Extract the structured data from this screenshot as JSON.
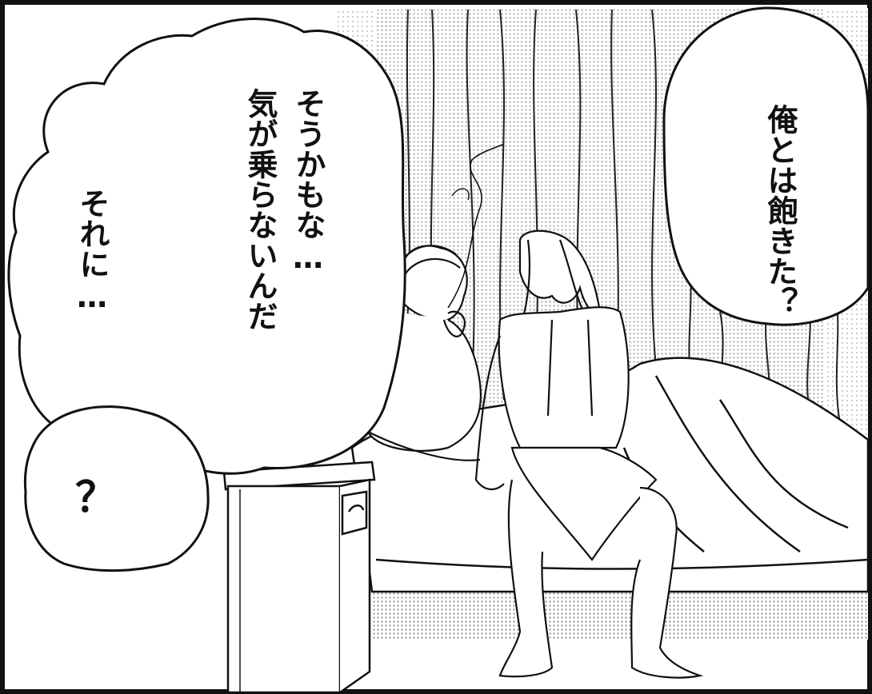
{
  "speech": {
    "top_right": "俺とは飽きた？",
    "left_col_a": "そうかもな…",
    "left_col_b": "気が乗らないんだ",
    "left_col_c": "それに…",
    "bottom_left": "？"
  },
  "colors": {
    "ink": "#111111",
    "paper": "#ffffff",
    "screentone": "#cfcfcf"
  }
}
